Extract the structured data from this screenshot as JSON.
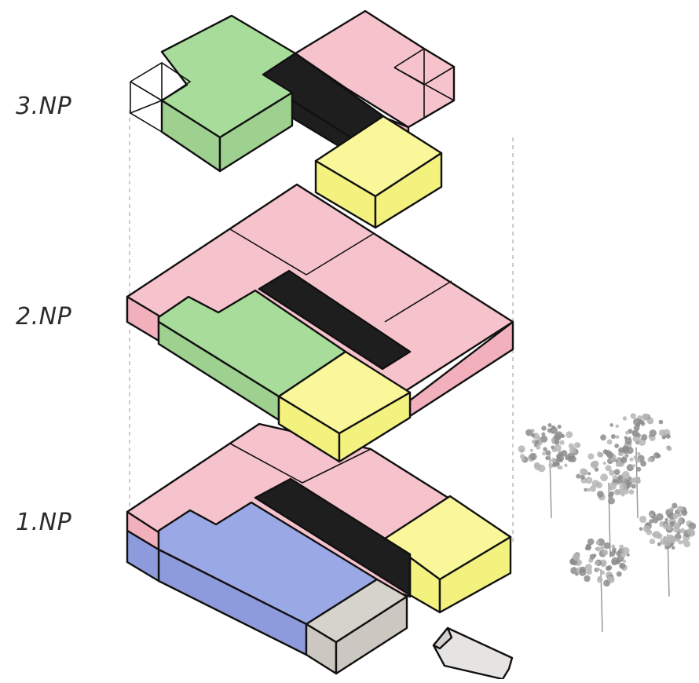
{
  "floors": [
    {
      "id": "3",
      "label": "3.NP"
    },
    {
      "id": "2",
      "label": "2.NP"
    },
    {
      "id": "1",
      "label": "1.NP"
    }
  ],
  "colors": {
    "pink": "#f6c3cc",
    "pink_side": "#f2b0bd",
    "green": "#a8dc9a",
    "green_side": "#9ed18f",
    "yellow": "#f9f79a",
    "yellow_side": "#f4f27f",
    "blue": "#9aa8e6",
    "blue_side": "#8d9bdd",
    "black": "#1e1e1e",
    "grey": "#d6d2cc",
    "tree": "#8c8c8c"
  },
  "icons": [
    "tree-icon",
    "entrance-arrow-icon"
  ]
}
